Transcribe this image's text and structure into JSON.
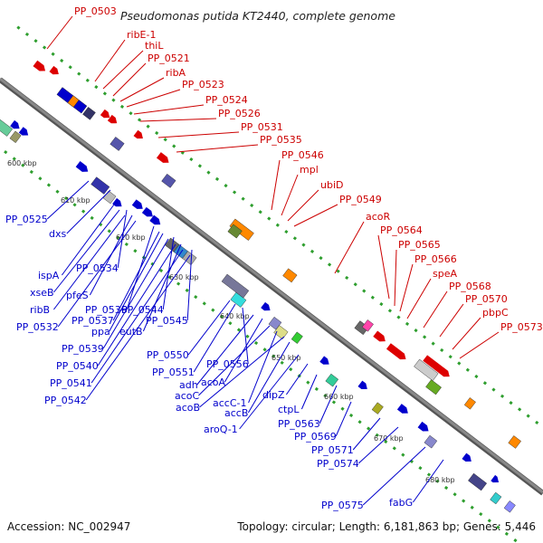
{
  "title": "Pseudomonas putida KT2440, complete genome",
  "footer": {
    "accession": "Accession: NC_002947",
    "topology": "Topology: circular; Length: 6,181,863 bp; Genes: 5,446"
  },
  "colors": {
    "upper_label": "#cc0000",
    "lower_label": "#0000cc",
    "backbone": "#888888",
    "ring_dots": "#2e9e2e"
  },
  "kbp_ticks": [
    "600 kbp",
    "610 kbp",
    "620 kbp",
    "630 kbp",
    "640 kbp",
    "650 kbp",
    "660 kbp",
    "670 kbp",
    "680 kbp"
  ],
  "upper_labels": [
    "PP_0503",
    "ribE-1",
    "thiL",
    "PP_0521",
    "ribA",
    "PP_0523",
    "PP_0524",
    "PP_0526",
    "PP_0531",
    "PP_0535",
    "PP_0546",
    "mpl",
    "ubiD",
    "PP_0549",
    "acoR",
    "PP_0564",
    "PP_0565",
    "PP_0566",
    "speA",
    "PP_0568",
    "PP_0570",
    "pbpC",
    "PP_0573"
  ],
  "lower_labels": [
    "PP_0525",
    "dxs",
    "ispA",
    "PP_0534",
    "xseB",
    "pfeS",
    "ribB",
    "PP_0536",
    "PP_0532",
    "PP_0537",
    "PP_0544",
    "ppa",
    "eutB",
    "PP_0545",
    "PP_0539",
    "PP_0540",
    "PP_0541",
    "PP_0542",
    "PP_0550",
    "PP_0551",
    "PP_0556",
    "adh",
    "acoA",
    "acoC",
    "accC-1",
    "acoB",
    "accB",
    "dipZ",
    "aroQ-1",
    "ctpL",
    "PP_0563",
    "PP_0569",
    "PP_0571",
    "PP_0574",
    "PP_0575",
    "fabG"
  ]
}
